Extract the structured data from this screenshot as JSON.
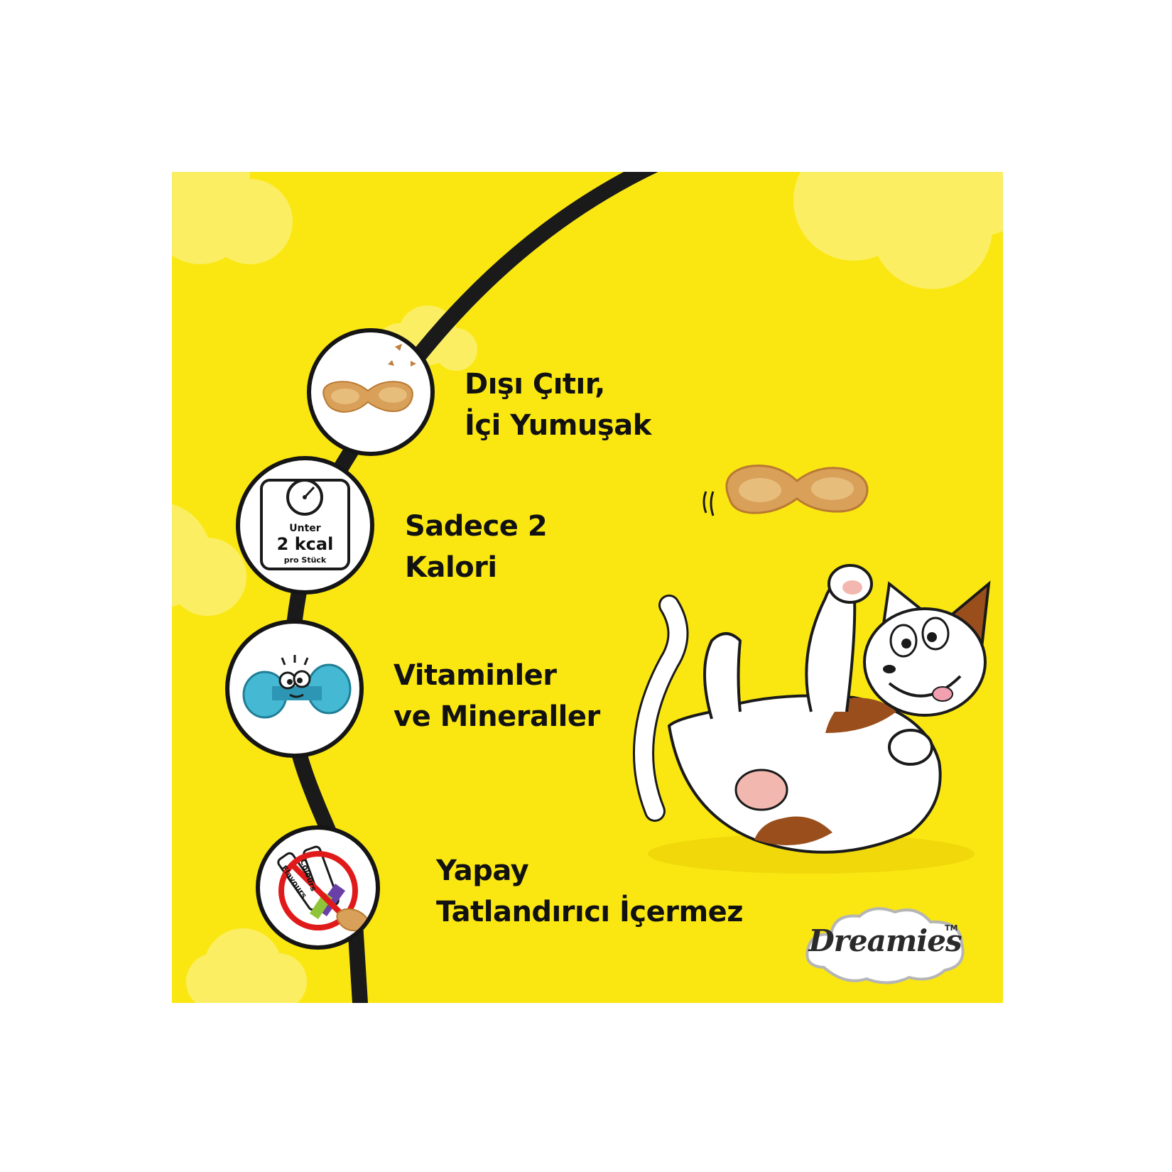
{
  "colors": {
    "background": "#fae712",
    "cloud": "#fbee63",
    "line": "#1a1a1a",
    "treat": "#d9a05a",
    "cat_spot": "#9a4e1c",
    "dumbbell": "#45b8d3"
  },
  "features": [
    {
      "icon": "crunchy-treat-icon",
      "line1": "Dışı Çıtır,",
      "line2": "İçi Yumuşak"
    },
    {
      "icon": "weighing-scale-icon",
      "line1": "Sadece 2",
      "line2": "Kalori"
    },
    {
      "icon": "dumbbell-icon",
      "line1": "Vitaminler",
      "line2": "ve Mineraller"
    },
    {
      "icon": "no-artificial-icon",
      "line1": "Yapay",
      "line2": "Tatlandırıcı İçermez"
    }
  ],
  "scale_label": {
    "top": "Unter",
    "main": "2 kcal",
    "bottom": "pro Stück"
  },
  "tubes": {
    "colours": "Colours",
    "flavours": "Flavours"
  },
  "brand": {
    "name": "Dreamies",
    "tm": "TM"
  }
}
